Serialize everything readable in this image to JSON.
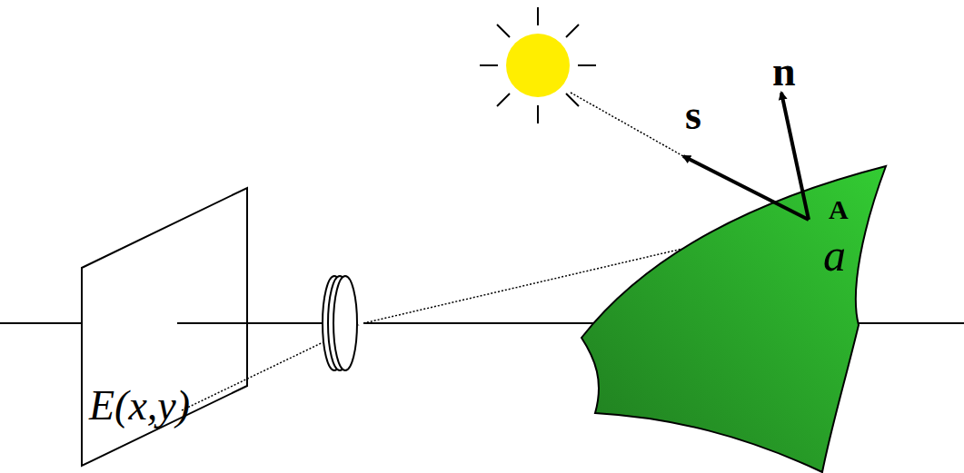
{
  "diagram": {
    "labels": [
      "n",
      "s",
      "A",
      "a",
      "E(x,y)"
    ]
  }
}
